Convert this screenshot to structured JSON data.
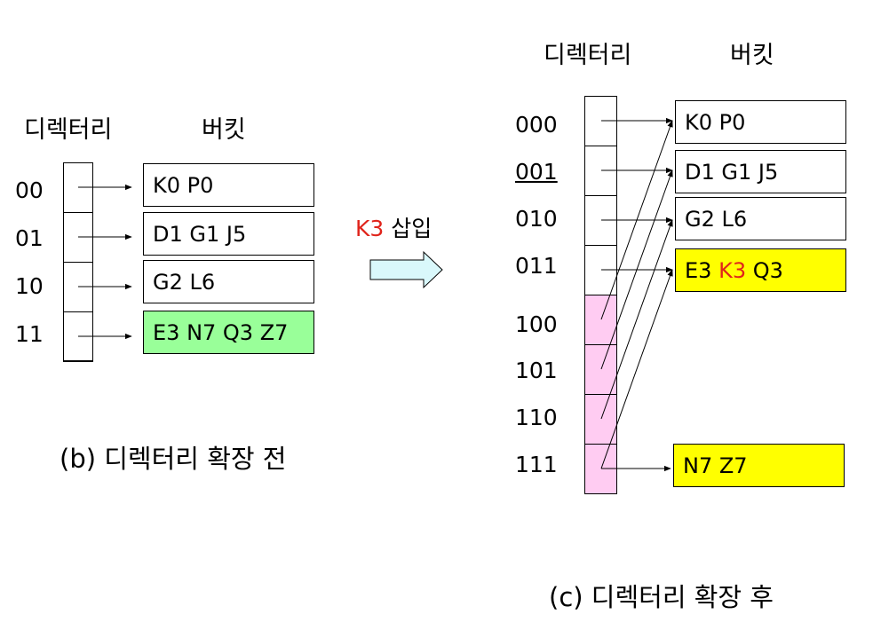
{
  "before": {
    "directory_label": "디렉터리",
    "bucket_label": "버킷",
    "entries": [
      "00",
      "01",
      "10",
      "11"
    ],
    "buckets": [
      "K0 P0",
      "D1 G1 J5",
      "G2 L6",
      "E3 N7 Q3 Z7"
    ],
    "caption": "(b) 디렉터리 확장 전"
  },
  "insert": {
    "key": "K3",
    "label": "삽입"
  },
  "after": {
    "directory_label": "디렉터리",
    "bucket_label": "버킷",
    "entries": [
      "000",
      "001",
      "010",
      "011",
      "100",
      "101",
      "110",
      "111"
    ],
    "buckets": {
      "b0": "K0 P0",
      "b1": "D1 G1 J5",
      "b2": "G2 L6",
      "b3": {
        "pre": "E3",
        "key": "K3",
        "post": "Q3"
      },
      "b4": "N7 Z7"
    },
    "caption": "(c) 디렉터리 확장 후"
  },
  "colors": {
    "full_bucket_green": "#99ff99",
    "modified_bucket_yellow": "#ffff00",
    "new_directory_pink": "#ffccf2",
    "inserted_key_red": "#e0241b",
    "arrow_fill": "#d9f8fb"
  }
}
